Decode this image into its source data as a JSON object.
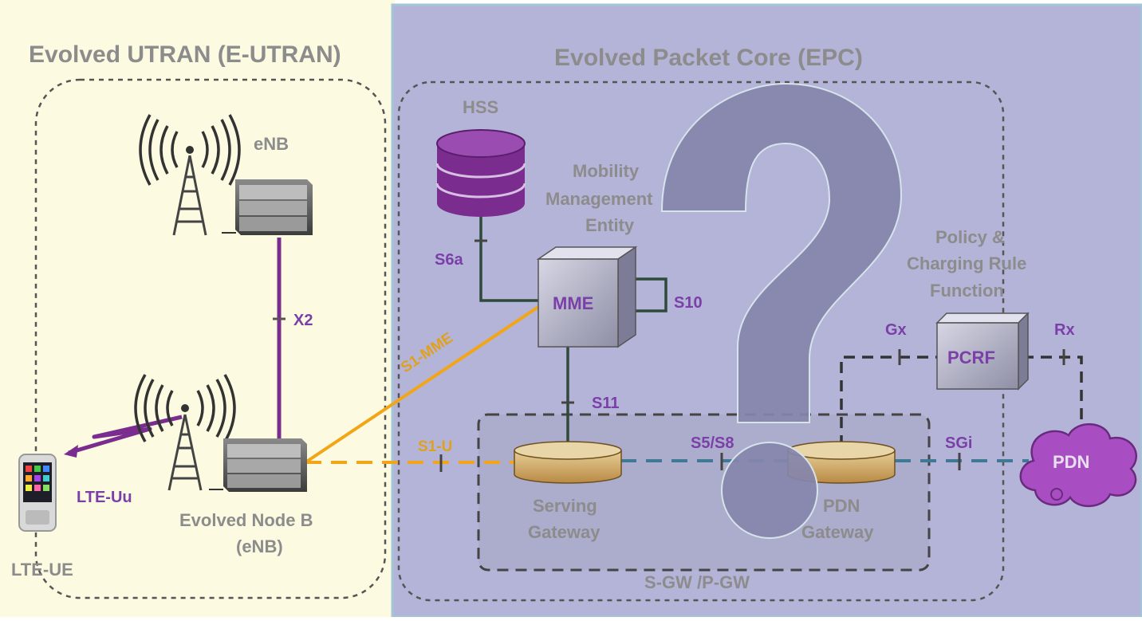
{
  "titles": {
    "eutran": "Evolved UTRAN (E-UTRAN)",
    "epc": "Evolved Packet Core (EPC)"
  },
  "nodes": {
    "enb_top": "eNB",
    "enb_bottom_line1": "Evolved Node B",
    "enb_bottom_line2": "(eNB)",
    "ue": "LTE-UE",
    "hss": "HSS",
    "mme_desc_line1": "Mobility",
    "mme_desc_line2": "Management",
    "mme_desc_line3": "Entity",
    "mme": "MME",
    "pcrf_desc_line1": "Policy &",
    "pcrf_desc_line2": "Charging Rule",
    "pcrf_desc_line3": "Function",
    "pcrf": "PCRF",
    "sgw_line1": "Serving",
    "sgw_line2": "Gateway",
    "pgw_line1": "PDN",
    "pgw_line2": "Gateway",
    "pdn": "PDN",
    "gw_group": "S-GW /P-GW"
  },
  "interfaces": {
    "x2": "X2",
    "lte_uu": "LTE-Uu",
    "s1_mme": "S1-MME",
    "s1_u": "S1-U",
    "s6a": "S6a",
    "s10": "S10",
    "s11": "S11",
    "s5s8": "S5/S8",
    "sgi": "SGi",
    "gx": "Gx",
    "rx": "Rx"
  },
  "colors": {
    "eutran_bg": "#fcfae0",
    "epc_bg": "#b4b4d8",
    "interface_label": "#7b3fa8",
    "purple_link": "#7a2d8e",
    "orange_link": "#f2a516",
    "teal_link": "#3e7a96",
    "dark_link": "#2f4a3a",
    "question_mark": "#8585ad"
  }
}
